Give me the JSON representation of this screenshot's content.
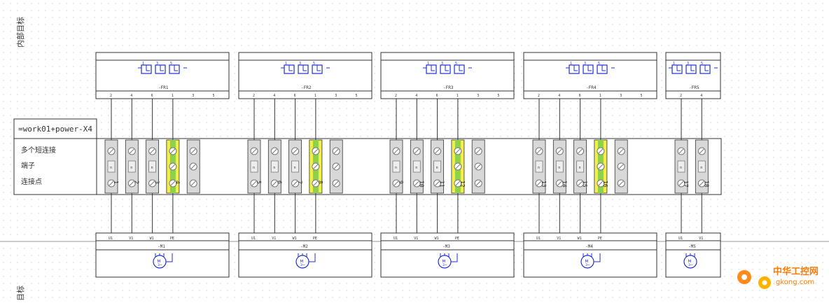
{
  "side_labels": {
    "top": "内部目标",
    "bottom": "目标"
  },
  "strip_title": "=work01+power-X4",
  "legend_rows": [
    "多个短连接",
    "端子",
    "连接点"
  ],
  "watermark": {
    "main": "中华工控网",
    "sub": "gkong.com"
  },
  "colors": {
    "dot": "#b8b8b8",
    "line": "#333333",
    "symbol": "#1f2fd6",
    "pe_yellow": "#f2ee4a",
    "pe_green": "#8dd24a",
    "terminal_fill": "#d8d8d8",
    "terminal_dark": "#7a7a7a",
    "watermark": "#ff7a00"
  },
  "devices": [
    {
      "breaker": "-FR1",
      "motor": "-M1",
      "terminals": [
        "1",
        "2",
        "3",
        "4"
      ],
      "has_pe": true,
      "breaker_pins": [
        "2",
        "4",
        "6",
        "1",
        "3",
        "5"
      ],
      "motor_pins": [
        "U1",
        "V1",
        "W1",
        "PE"
      ]
    },
    {
      "breaker": "-FR2",
      "motor": "-M2",
      "terminals": [
        "5",
        "6",
        "7",
        "8"
      ],
      "has_pe": true,
      "breaker_pins": [
        "2",
        "4",
        "6",
        "1",
        "3",
        "5"
      ],
      "motor_pins": [
        "U1",
        "V1",
        "W1",
        "PE"
      ]
    },
    {
      "breaker": "-FR3",
      "motor": "-M3",
      "terminals": [
        "9",
        "10",
        "11",
        "12"
      ],
      "has_pe": true,
      "breaker_pins": [
        "2",
        "4",
        "6",
        "1",
        "3",
        "5"
      ],
      "motor_pins": [
        "U1",
        "V1",
        "W1",
        "PE"
      ]
    },
    {
      "breaker": "-FR4",
      "motor": "-M4",
      "terminals": [
        "13",
        "14",
        "15",
        "16"
      ],
      "has_pe": true,
      "breaker_pins": [
        "2",
        "4",
        "6",
        "1",
        "3",
        "5"
      ],
      "motor_pins": [
        "U1",
        "V1",
        "W1",
        "PE"
      ]
    },
    {
      "breaker": "-FR5",
      "motor": "-M5",
      "terminals": [
        "17",
        "18"
      ],
      "has_pe": false,
      "breaker_pins": [
        "2",
        "4"
      ],
      "motor_pins": [
        "U1",
        "V1"
      ]
    }
  ]
}
